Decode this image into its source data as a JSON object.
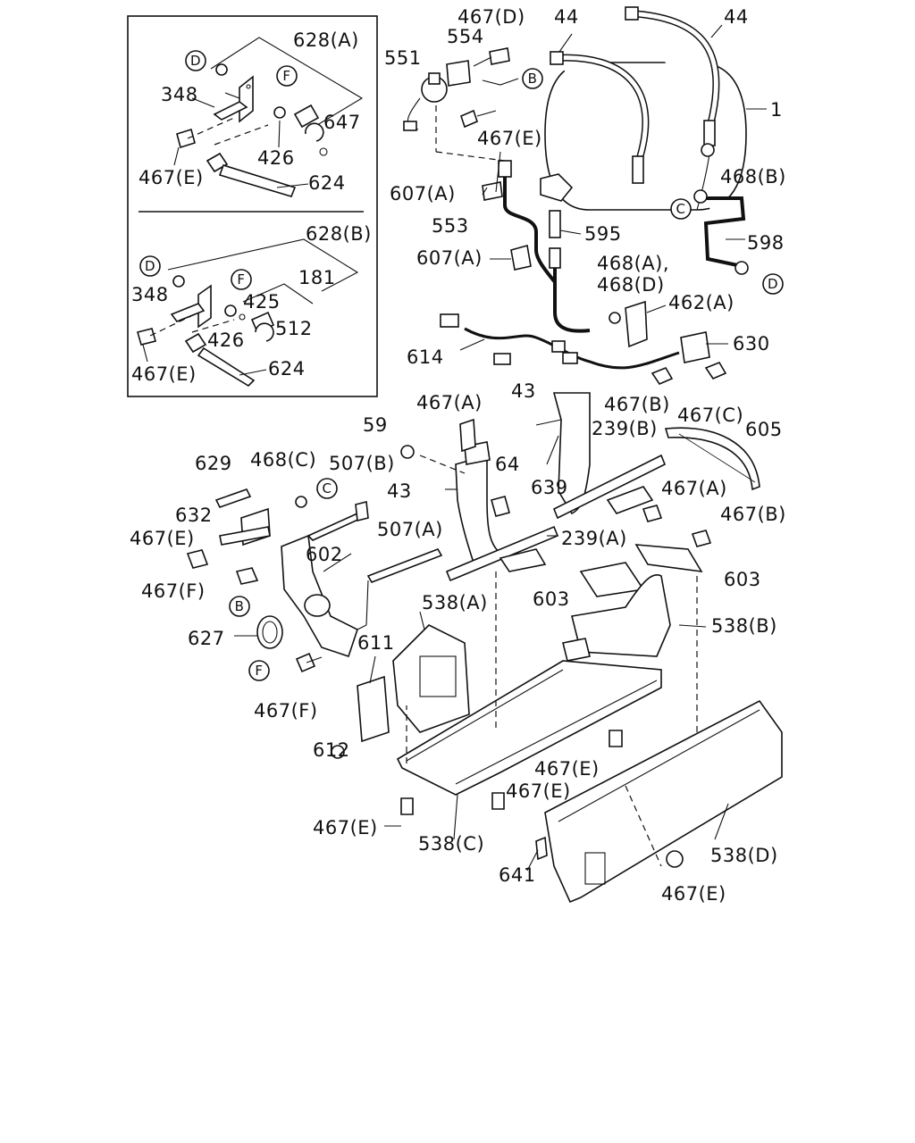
{
  "callouts": {
    "top_44_a": "44",
    "top_44_b": "44",
    "tank_1": "1",
    "b467d": "467(D)",
    "r554": "554",
    "r551": "551",
    "b467e_top": "467(E)",
    "r468b": "468(B)",
    "r607a_1": "607(A)",
    "r553": "553",
    "r595": "595",
    "r598": "598",
    "r607a_2": "607(A)",
    "r468a": "468(A),",
    "r468d": "468(D)",
    "r462a": "462(A)",
    "r614": "614",
    "r630": "630",
    "b467b_mid": "467(B)",
    "b467c": "467(C)",
    "b467a_1": "467(A)",
    "r43_top": "43",
    "r239b": "239(B)",
    "r605": "605",
    "r59": "59",
    "r64": "64",
    "r639": "639",
    "r43_mid": "43",
    "r629": "629",
    "r468c": "468(C)",
    "r507b": "507(B)",
    "r632": "632",
    "b467e_left": "467(E)",
    "r602": "602",
    "r507a": "507(A)",
    "r239a": "239(A)",
    "b467a_2": "467(A)",
    "b467b_right": "467(B)",
    "r603_r": "603",
    "r603_c": "603",
    "b467f_1": "467(F)",
    "r538a": "538(A)",
    "r538b": "538(B)",
    "r627": "627",
    "r611": "611",
    "b467f_2": "467(F)",
    "r612": "612",
    "b467e_c": "467(E)",
    "b467e_d": "467(E)",
    "b467e_bl": "467(E)",
    "r538c": "538(C)",
    "r641": "641",
    "r538d": "538(D)",
    "b467e_br": "467(E)"
  },
  "inset": {
    "upper": {
      "r628a": "628(A)",
      "r348": "348",
      "r647": "647",
      "r426": "426",
      "b467e": "467(E)",
      "r624": "624"
    },
    "lower": {
      "r628b": "628(B)",
      "r181": "181",
      "r348": "348",
      "r425": "425",
      "r426": "426",
      "r512": "512",
      "b467e": "467(E)",
      "r624": "624"
    }
  },
  "markers": {
    "b": "B",
    "c": "C",
    "d": "D",
    "f": "F"
  }
}
